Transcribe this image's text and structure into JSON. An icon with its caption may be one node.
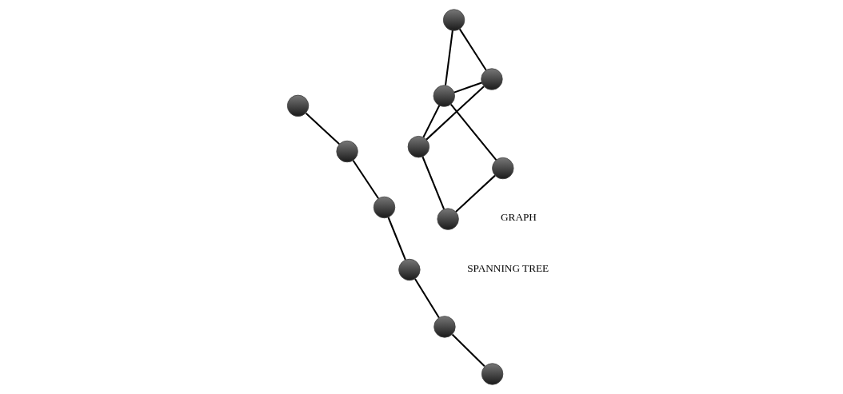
{
  "diagram": {
    "nodes": [
      {
        "text": [],
        "shape": "circle"
      },
      {
        "text": [],
        "shape": "circle"
      },
      {
        "text": [],
        "shape": "circle"
      },
      {
        "text": [],
        "shape": "circle"
      },
      {
        "text": [],
        "shape": "circle"
      },
      {
        "text": [],
        "shape": "circle"
      },
      {
        "text": [],
        "shape": "circle"
      },
      {
        "text": [],
        "shape": "circle"
      },
      {
        "text": [],
        "shape": "circle"
      },
      {
        "text": [],
        "shape": "circle"
      },
      {
        "text": [],
        "shape": "circle"
      },
      {
        "text": [],
        "shape": "circle"
      }
    ],
    "edges": [
      {
        "from": 0,
        "to": 1,
        "arrow": "none"
      },
      {
        "from": 1,
        "to": 3,
        "arrow": "none"
      },
      {
        "from": 1,
        "to": 5,
        "arrow": "none"
      },
      {
        "from": 3,
        "to": 5,
        "arrow": "none"
      },
      {
        "from": 0,
        "to": 5,
        "arrow": "none"
      },
      {
        "from": 0,
        "to": 2,
        "arrow": "none"
      },
      {
        "from": 2,
        "to": 4,
        "arrow": "none"
      },
      {
        "from": 4,
        "to": 5,
        "arrow": "none"
      },
      {
        "from": 6,
        "to": 7,
        "arrow": "none"
      },
      {
        "from": 7,
        "to": 9,
        "arrow": "none"
      },
      {
        "from": 9,
        "to": 11,
        "arrow": "none"
      },
      {
        "from": 6,
        "to": 8,
        "arrow": "none"
      },
      {
        "from": 8,
        "to": 10,
        "arrow": "none"
      }
    ],
    "labels": [
      "GRAPH",
      "SPANNING TREE"
    ]
  }
}
